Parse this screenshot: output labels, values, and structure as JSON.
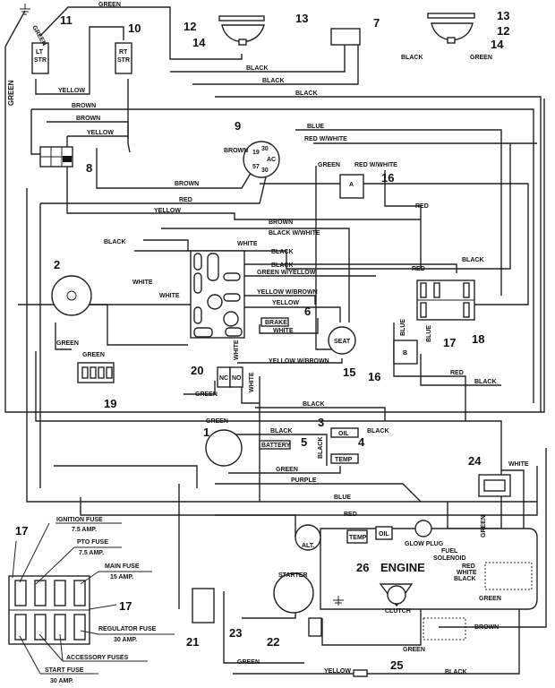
{
  "callouts": {
    "c1": "1",
    "c2": "2",
    "c3": "3",
    "c4": "4",
    "c5": "5",
    "c6": "6",
    "c7": "7",
    "c8": "8",
    "c9": "9",
    "c10": "10",
    "c11": "11",
    "c12": "12",
    "c13": "13",
    "c14": "14",
    "c15": "15",
    "c16": "16",
    "c17": "17",
    "c18": "18",
    "c19": "19",
    "c20": "20",
    "c21": "21",
    "c22": "22",
    "c23": "23",
    "c24": "24",
    "c25": "25",
    "c26": "26"
  },
  "components": {
    "lt_str_1": "LT",
    "lt_str_2": "STR",
    "rt_str_1": "RT",
    "rt_str_2": "STR",
    "brake": "BRAKE",
    "seat": "SEAT",
    "battery": "BATTERY",
    "oil": "OIL",
    "temp": "TEMP",
    "nc": "NC",
    "no": "NO",
    "alt": "ALT.",
    "engine": "ENGINE",
    "glow_plug": "GLOW PLUG",
    "fuel_1": "FUEL",
    "fuel_2": "SOLENOID",
    "starter": "STARTER",
    "clutch": "CLUTCH",
    "relay_a": "A",
    "relay_b": "B",
    "key_ac": "AC",
    "key_19": "19",
    "key_30": "30",
    "key_57": "57",
    "key_30b": "30",
    "sol_red": "RED",
    "sol_white": "WHITE",
    "sol_black": "BLACK"
  },
  "wires": {
    "green_top": "GREEN",
    "green_left": "GREEN",
    "green_gnd": "GREEN",
    "yellow_str": "YELLOW",
    "black_7a": "BLACK",
    "black_7b": "BLACK",
    "black_7c": "BLACK",
    "black_right": "BLACK",
    "green_right": "GREEN",
    "brown_1": "BROWN",
    "brown_2": "BROWN",
    "yellow_1": "YELLOW",
    "brown_key": "BROWN",
    "blue_key": "BLUE",
    "red_white_1": "RED W/WHITE",
    "green_16": "GREEN",
    "red_white_2": "RED W/WHITE",
    "brown_3": "BROWN",
    "red_1": "RED",
    "yellow_2": "YELLOW",
    "red_2": "RED",
    "brown_4": "BROWN",
    "black_white": "BLACK W/WHITE",
    "black_2": "BLACK",
    "white_1": "WHITE",
    "black_3": "BLACK",
    "black_4": "BLACK",
    "green_yellow": "GREEN W/YELLOW",
    "red_3": "RED",
    "black_5": "BLACK",
    "white_2": "WHITE",
    "white_3": "WHITE",
    "yellow_brown_1": "YELLOW W/BROWN",
    "yellow_3": "YELLOW",
    "white_brake": "WHITE",
    "blue_1": "BLUE",
    "blue_2": "BLUE",
    "green_19a": "GREEN",
    "green_19b": "GREEN",
    "white_v1": "WHITE",
    "green_20": "GREEN",
    "white_v2": "WHITE",
    "yellow_brown_2": "YELLOW W/BROWN",
    "red_4": "RED",
    "black_6": "BLACK",
    "black_7": "BLACK",
    "green_5": "GREEN",
    "black_8": "BLACK",
    "black_oil": "BLACK",
    "black_v": "BLACK",
    "green_6": "GREEN",
    "purple": "PURPLE",
    "white_24": "WHITE",
    "blue_3": "BLUE",
    "red_5": "RED",
    "green_v3": "GREEN",
    "green_sol": "GREEN",
    "brown_5": "BROWN",
    "green_7": "GREEN",
    "green_8": "GREEN",
    "yellow_4": "YELLOW",
    "black_9": "BLACK"
  },
  "fuse_block": {
    "ignition": "IGNITION FUSE",
    "ignition_amp": "7.5 AMP.",
    "pto": "PTO FUSE",
    "pto_amp": "7.5 AMP.",
    "main": "MAIN FUSE",
    "main_amp": "15 AMP.",
    "regulator": "REGULATOR FUSE",
    "regulator_amp": "30 AMP.",
    "accessory": "ACCESSORY FUSES",
    "start": "START FUSE",
    "start_amp": "30 AMP."
  }
}
